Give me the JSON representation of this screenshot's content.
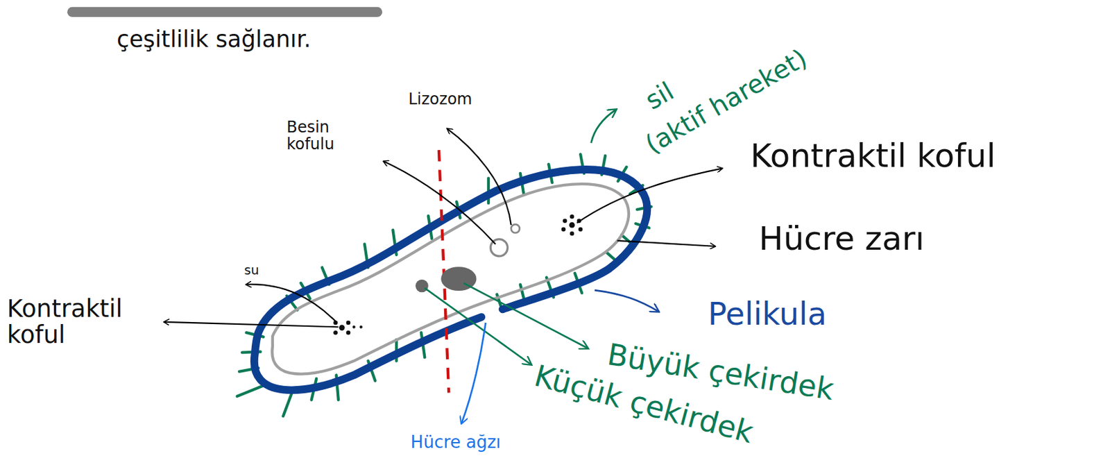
{
  "diagram": {
    "labels": [
      "çeşitlilik sağlanır.",
      "Lizozom",
      "Besin kofulu",
      "sil",
      "(aktif hareket)",
      "Kontraktil koful",
      "Hücre zarı",
      "Pelikula",
      "Büyük çekirdek",
      "Küçük çekirdek",
      "Hücre ağzı",
      "Kontraktil koful",
      "su"
    ]
  }
}
